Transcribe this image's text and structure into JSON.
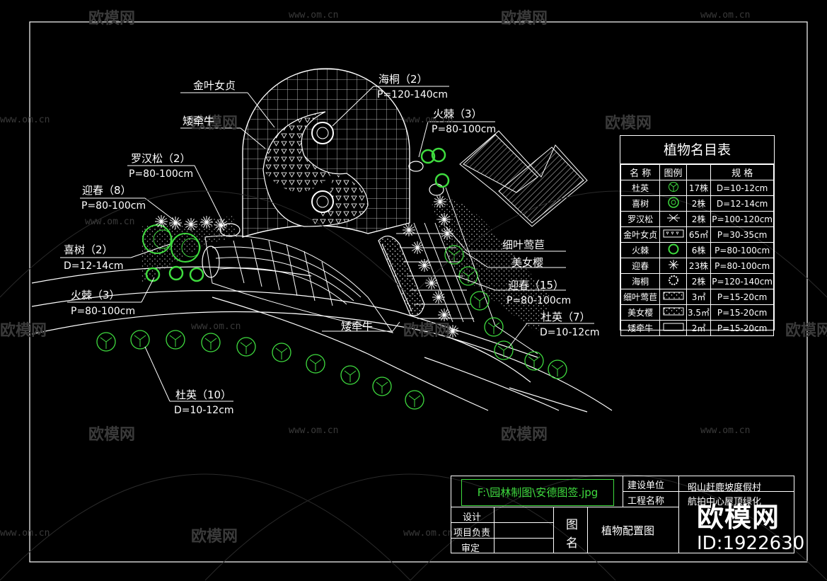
{
  "watermark": {
    "brand": "欧模网",
    "url": "www.om.cn"
  },
  "plan_labels": {
    "jinye_nvzhen": "金叶女贞",
    "aiqianniu_top": "矮牵牛",
    "haitong": "海桐（2）",
    "haitong_spec": "P=120-140cm",
    "huoji_top": "火棘（3）",
    "huoji_top_spec": "P=80-100cm",
    "luohansong": "罗汉松（2）",
    "luohansong_spec": "P=80-100cm",
    "yingchun_left": "迎春（8）",
    "yingchun_left_spec": "P=80-100cm",
    "xishu": "喜树（2）",
    "xishu_spec": "D=12-14cm",
    "huoji_left": "火棘（3）",
    "huoji_left_spec": "P=80-100cm",
    "xiye_changpu": "细叶莺苣",
    "meinvying": "美女樱",
    "yingchun_right": "迎春（15）",
    "yingchun_right_spec": "P=80-100cm",
    "duying_right": "杜英（7）",
    "duying_right_spec": "D=10-12cm",
    "aiqianniu_bottom": "矮牵牛",
    "duying_bottom": "杜英（10）",
    "duying_bottom_spec": "D=10-12cm"
  },
  "legend": {
    "title": "植物名目表",
    "headers": [
      "名 称",
      "图例",
      "",
      "规 格"
    ],
    "rows": [
      {
        "name": "杜英",
        "icon": "circle-tree-icon",
        "qty": "17株",
        "spec": "D=10-12cm"
      },
      {
        "name": "喜树",
        "icon": "tree-canopy-icon",
        "qty": "2株",
        "spec": "D=12-14cm"
      },
      {
        "name": "罗汉松",
        "icon": "pine-icon",
        "qty": "2株",
        "spec": "P=100-120cm"
      },
      {
        "name": "金叶女贞",
        "icon": "hedge-pattern-icon",
        "qty": "65㎡",
        "spec": "P=30-35cm"
      },
      {
        "name": "火棘",
        "icon": "shrub-icon",
        "qty": "6株",
        "spec": "P=80-100cm"
      },
      {
        "name": "迎春",
        "icon": "star-shrub-icon",
        "qty": "23株",
        "spec": "P=80-100cm"
      },
      {
        "name": "海桐",
        "icon": "ring-shrub-icon",
        "qty": "2株",
        "spec": "P=120-140cm"
      },
      {
        "name": "细叶莺苣",
        "icon": "dotted-box-icon",
        "qty": "3㎡",
        "spec": "P=15-20cm"
      },
      {
        "name": "美女樱",
        "icon": "dotted-box-icon",
        "qty": "3.5㎡",
        "spec": "P=15-20cm"
      },
      {
        "name": "矮牵牛",
        "icon": "empty-box-icon",
        "qty": "2㎡",
        "spec": "P=15-20cm"
      }
    ]
  },
  "title_block": {
    "file_path": "F:\\园林制图\\安德图签.jpg",
    "client_label": "建设单位",
    "client_value": "昭山赶鹿坡度假村",
    "project_label": "工程名称",
    "project_value": "航拍中心屋顶绿化",
    "design_label": "设计",
    "lead_label": "项目负责",
    "review_label": "审定",
    "drawing_label_1": "图",
    "drawing_label_2": "名",
    "drawing_name": "植物配置图",
    "logo": "欧模网",
    "logo_id": "ID:1922630"
  },
  "colors": {
    "line": "#ffffff",
    "plant": "#3fdc3f",
    "background": "#000000",
    "watermark": "#3a3a3a"
  }
}
